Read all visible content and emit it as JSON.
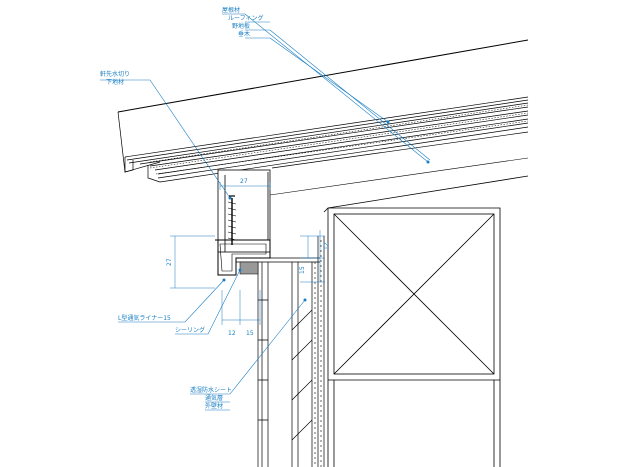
{
  "colors": {
    "line": "#000000",
    "leader": "#1a7fc4",
    "sealant": "#999999",
    "background": "#ffffff"
  },
  "labels": {
    "roof": [
      "屋根材",
      "ルーフィング",
      "野地板",
      "垂木"
    ],
    "flashing": [
      "軒先水切り",
      "下地材"
    ],
    "liner": "L型通気ライナー15",
    "sealing": "シーリング",
    "wall": [
      "透湿防水シート",
      "通気層",
      "外壁材"
    ]
  },
  "dimensions": {
    "top_width": "27",
    "left_height": "27",
    "right_upper": "12",
    "right_lower": "15",
    "bottom_left": "12",
    "bottom_right": "15"
  }
}
